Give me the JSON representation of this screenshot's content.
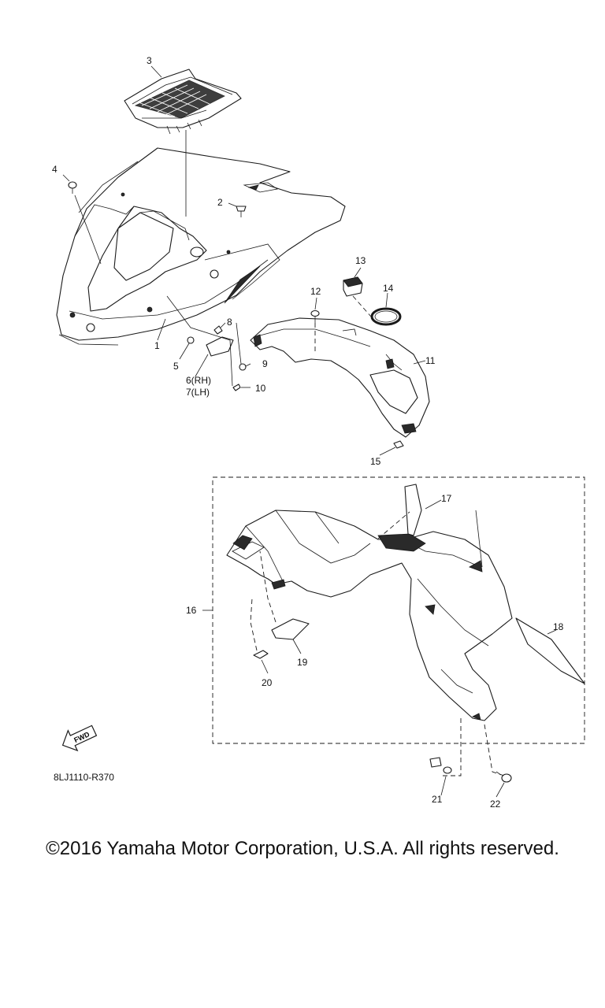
{
  "diagram": {
    "reference_code": "8LJ1110-R370",
    "fwd_label": "FWD",
    "part_labels": [
      {
        "id": "1",
        "text": "1"
      },
      {
        "id": "2",
        "text": "2"
      },
      {
        "id": "3",
        "text": "3"
      },
      {
        "id": "4",
        "text": "4"
      },
      {
        "id": "5",
        "text": "5"
      },
      {
        "id": "6",
        "text": "6(RH)"
      },
      {
        "id": "7",
        "text": "7(LH)"
      },
      {
        "id": "8",
        "text": "8"
      },
      {
        "id": "9",
        "text": "9"
      },
      {
        "id": "10",
        "text": "10"
      },
      {
        "id": "11",
        "text": "11"
      },
      {
        "id": "12",
        "text": "12"
      },
      {
        "id": "13",
        "text": "13"
      },
      {
        "id": "14",
        "text": "14"
      },
      {
        "id": "15",
        "text": "15"
      },
      {
        "id": "16",
        "text": "16"
      },
      {
        "id": "17",
        "text": "17"
      },
      {
        "id": "18",
        "text": "18"
      },
      {
        "id": "19",
        "text": "19"
      },
      {
        "id": "20",
        "text": "20"
      },
      {
        "id": "21",
        "text": "21"
      },
      {
        "id": "22",
        "text": "22"
      }
    ]
  },
  "footer": {
    "copyright": "©2016 Yamaha Motor Corporation, U.S.A. All rights reserved."
  }
}
